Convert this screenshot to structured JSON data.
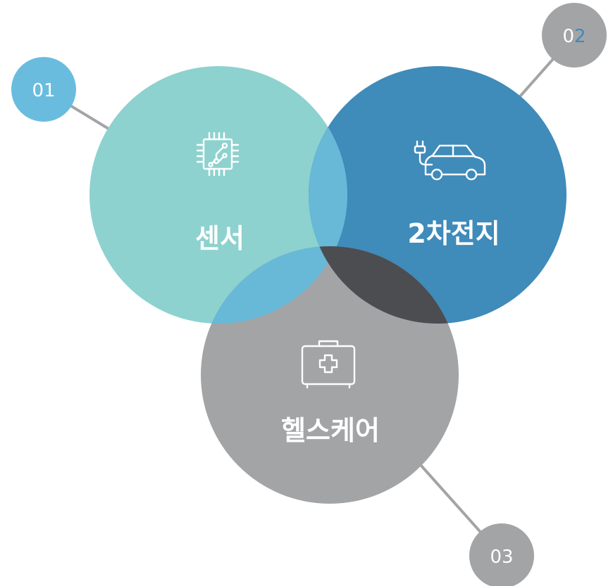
{
  "diagram": {
    "type": "three-circle-venn",
    "circles": [
      {
        "id": "01",
        "label": "센서",
        "icon": "microchip-icon",
        "color": "#8DD2CF"
      },
      {
        "id": "02",
        "label": "2차전지",
        "icon": "electric-car-icon",
        "color": "#3F8BBA"
      },
      {
        "id": "03",
        "label": "헬스케어",
        "icon": "medical-kit-icon",
        "color": "#A3A4A6"
      }
    ],
    "overlap_colors": {
      "sensor_battery": "#67B9D7",
      "sensor_healthcare": "#67B9D7",
      "battery_healthcare": "#4B4D50"
    },
    "badges": [
      {
        "number": "01",
        "color": "#6ABCDF"
      },
      {
        "number_prefix": "0",
        "number_suffix": "2",
        "suffix_color": "#3F8BBA",
        "color": "#A3A4A6"
      },
      {
        "number": "03",
        "color": "#A3A4A6"
      }
    ],
    "connector_color": "#A3A4A6"
  }
}
